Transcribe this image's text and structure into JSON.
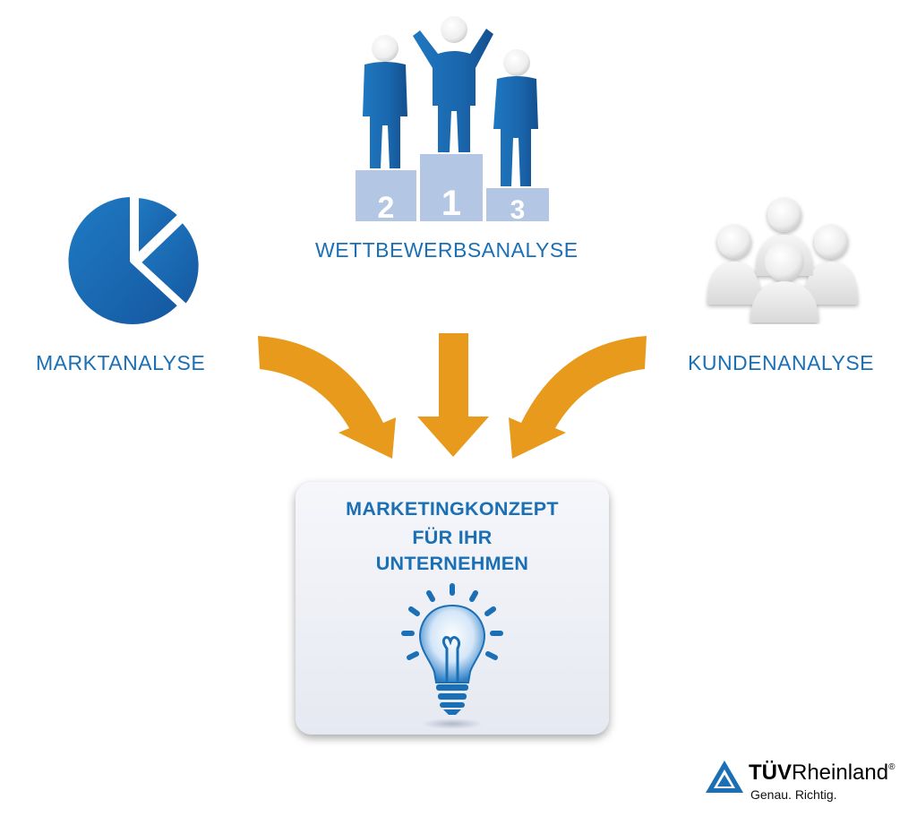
{
  "sources": {
    "market": {
      "label": "MARKTANALYSE",
      "icon": "pie-chart-icon"
    },
    "competition": {
      "label": "WETTBEWERBSANALYSE",
      "icon": "podium-icon",
      "podium_ranks": [
        "2",
        "1",
        "3"
      ]
    },
    "customers": {
      "label": "KUNDENANALYSE",
      "icon": "people-group-icon"
    }
  },
  "concept": {
    "lines": [
      "MARKETINGKONZEPT",
      "FÜR IHR",
      "UNTERNEHMEN"
    ],
    "icon": "lightbulb-icon"
  },
  "logo": {
    "brand_bold": "TÜV",
    "brand_regular": "Rheinland",
    "registered": "®",
    "slogan": "Genau. Richtig."
  },
  "colors": {
    "primary_blue": "#1a6fb5",
    "dark_blue": "#1459a0",
    "podium": "#b3c6e4",
    "arrow_orange": "#e89a1c",
    "people_grey": "#e2e2e2"
  }
}
